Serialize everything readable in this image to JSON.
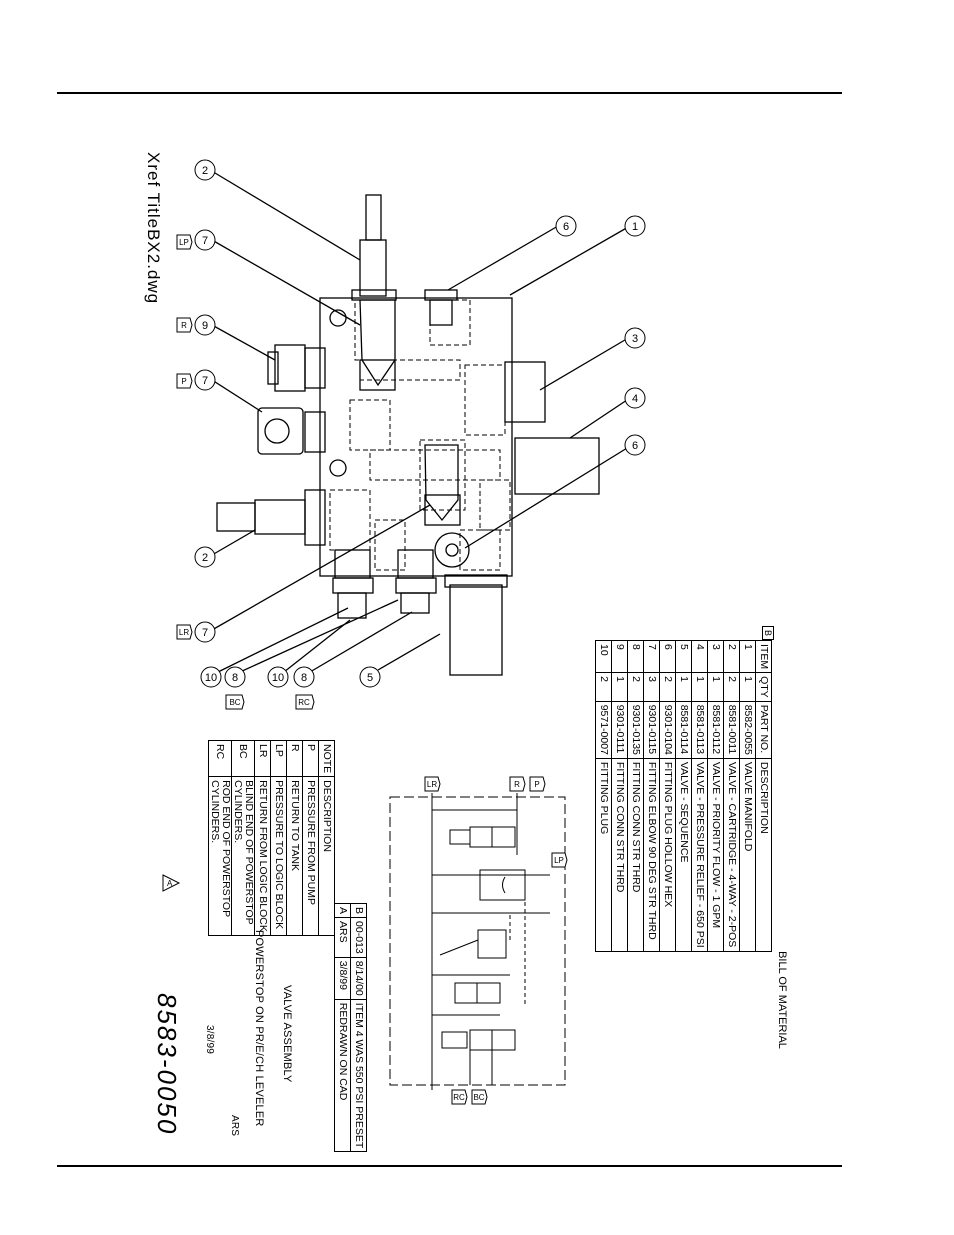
{
  "xref_label": "Xref TitleBX2.dwg",
  "balloons": [
    {
      "text": "2"
    },
    {
      "text": "7"
    },
    {
      "text": "9"
    },
    {
      "text": "7"
    },
    {
      "text": "2"
    },
    {
      "text": "7"
    },
    {
      "text": "6"
    },
    {
      "text": "1"
    },
    {
      "text": "3"
    },
    {
      "text": "4"
    },
    {
      "text": "6"
    },
    {
      "text": "5"
    },
    {
      "text": "10"
    },
    {
      "text": "8"
    },
    {
      "text": "10"
    },
    {
      "text": "8"
    }
  ],
  "port_tags": [
    {
      "text": "LP"
    },
    {
      "text": "R"
    },
    {
      "text": "P"
    },
    {
      "text": "LR"
    },
    {
      "text": "BC"
    },
    {
      "text": "RC"
    }
  ],
  "bom": {
    "title": "BILL OF MATERIAL",
    "revision_flag": "B",
    "headers": [
      "ITEM",
      "QTY",
      "PART NO.",
      "DESCRIPTION"
    ],
    "rows": [
      [
        "1",
        "1",
        "8582-0055",
        "VALVE MANIFOLD"
      ],
      [
        "2",
        "2",
        "8581-0011",
        "VALVE - CARTRIDGE - 4-WAY - 2-POS"
      ],
      [
        "3",
        "1",
        "8581-0112",
        "VALVE - PRIORITY FLOW - 1 GPM"
      ],
      [
        "4",
        "1",
        "8581-0113",
        "VALVE - PRESSURE RELIEF - 650 PSI"
      ],
      [
        "5",
        "1",
        "8581-0114",
        "VALVE - SEQUENCE"
      ],
      [
        "6",
        "2",
        "9301-0104",
        "FITTING PLUG HOLLOW HEX"
      ],
      [
        "7",
        "3",
        "9301-0115",
        "FITTING ELBOW 90 DEG STR THRD"
      ],
      [
        "8",
        "2",
        "9301-0135",
        "FITTING CONN STR THRD"
      ],
      [
        "9",
        "1",
        "9301-0111",
        "FITTING CONN STR THRD"
      ],
      [
        "10",
        "2",
        "9571-0007",
        "FITTING PLUG"
      ]
    ]
  },
  "notes": {
    "headers": [
      "NOTE",
      "DESCRIPTION"
    ],
    "rows": [
      [
        "P",
        "PRESSURE FROM PUMP"
      ],
      [
        "R",
        "RETURN TO TANK"
      ],
      [
        "LP",
        "PRESSURE TO LOGIC BLOCK"
      ],
      [
        "LR",
        "RETURN FROM LOGIC BLOCK"
      ],
      [
        "BC",
        "BLIND END OF POWERSTOP CYLINDERS."
      ],
      [
        "RC",
        "ROD END OF POWERSTOP CYLINDERS."
      ]
    ]
  },
  "revisions": [
    [
      "B",
      "00-013",
      "8/14/00",
      "ITEM 4 WAS 550 PSI PRESET"
    ],
    [
      "A",
      "ARS",
      "3/8/99",
      "REDRAWN ON CAD"
    ]
  ],
  "rev_triangle": "A",
  "title_block": {
    "title_line1": "VALVE ASSEMBLY",
    "title_line2": "POWERSTOP ON PR/E/CH LEVELER",
    "drawn_by": "ARS",
    "date": "3/8/99",
    "drawing_number": "8583-0050"
  },
  "schematic_ports": {
    "lr": "LR",
    "r": "R",
    "p": "P",
    "lp": "LP",
    "rc": "RC",
    "bc": "BC"
  }
}
